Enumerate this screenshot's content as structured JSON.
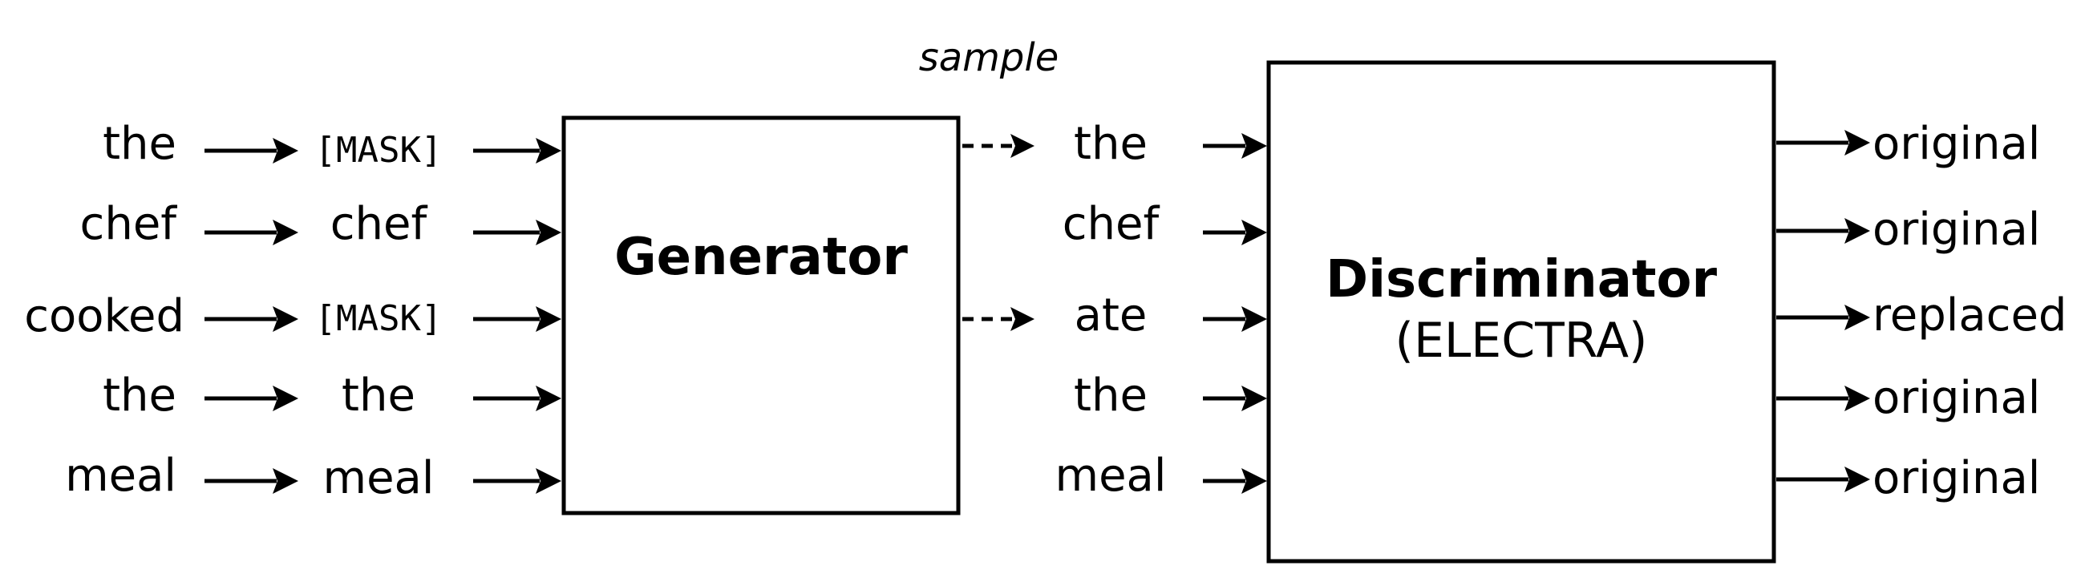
{
  "input_tokens": [
    "the",
    "chef",
    "cooked",
    "the",
    "meal"
  ],
  "masked_tokens": [
    "[MASK]",
    "chef",
    "[MASK]",
    "the",
    "meal"
  ],
  "generator": {
    "label": "Generator"
  },
  "sample_label": "sample",
  "sampled_tokens": [
    "the",
    "chef",
    "ate",
    "the",
    "meal"
  ],
  "discriminator": {
    "label": "Discriminator",
    "sublabel": "(ELECTRA)"
  },
  "outputs": [
    "original",
    "original",
    "replaced",
    "original",
    "original"
  ]
}
